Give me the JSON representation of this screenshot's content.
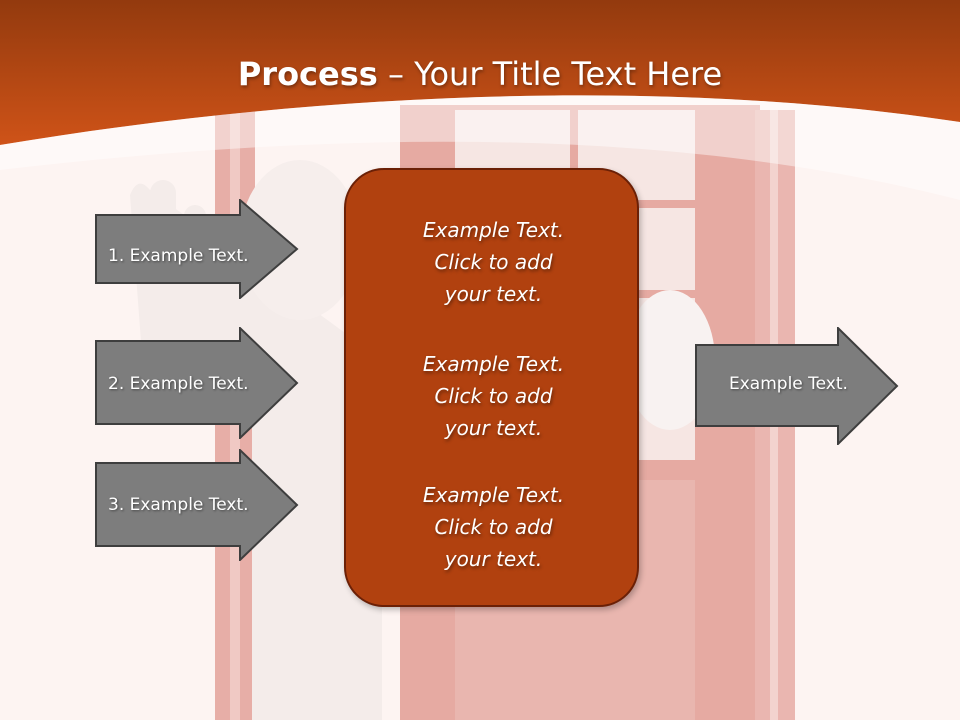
{
  "slide": {
    "title_bold": "Process",
    "title_rest": " – Your Title Text Here",
    "input_arrows": [
      {
        "label": "1. Example Text."
      },
      {
        "label": "2. Example Text."
      },
      {
        "label": "3. Example Text."
      }
    ],
    "center_blocks": [
      {
        "lines": [
          "Example Text.",
          "Click  to add",
          "your text."
        ]
      },
      {
        "lines": [
          "Example Text.",
          "Click  to add",
          "your text."
        ]
      },
      {
        "lines": [
          "Example Text.",
          "Click  to add",
          "your text."
        ]
      }
    ],
    "output_arrow": {
      "label": "Example Text."
    }
  },
  "colors": {
    "header_orange": "#c94f1a",
    "center_box": "#b1410f",
    "arrow_gray": "#7d7d7d",
    "door_red": "#e3a8a0"
  }
}
